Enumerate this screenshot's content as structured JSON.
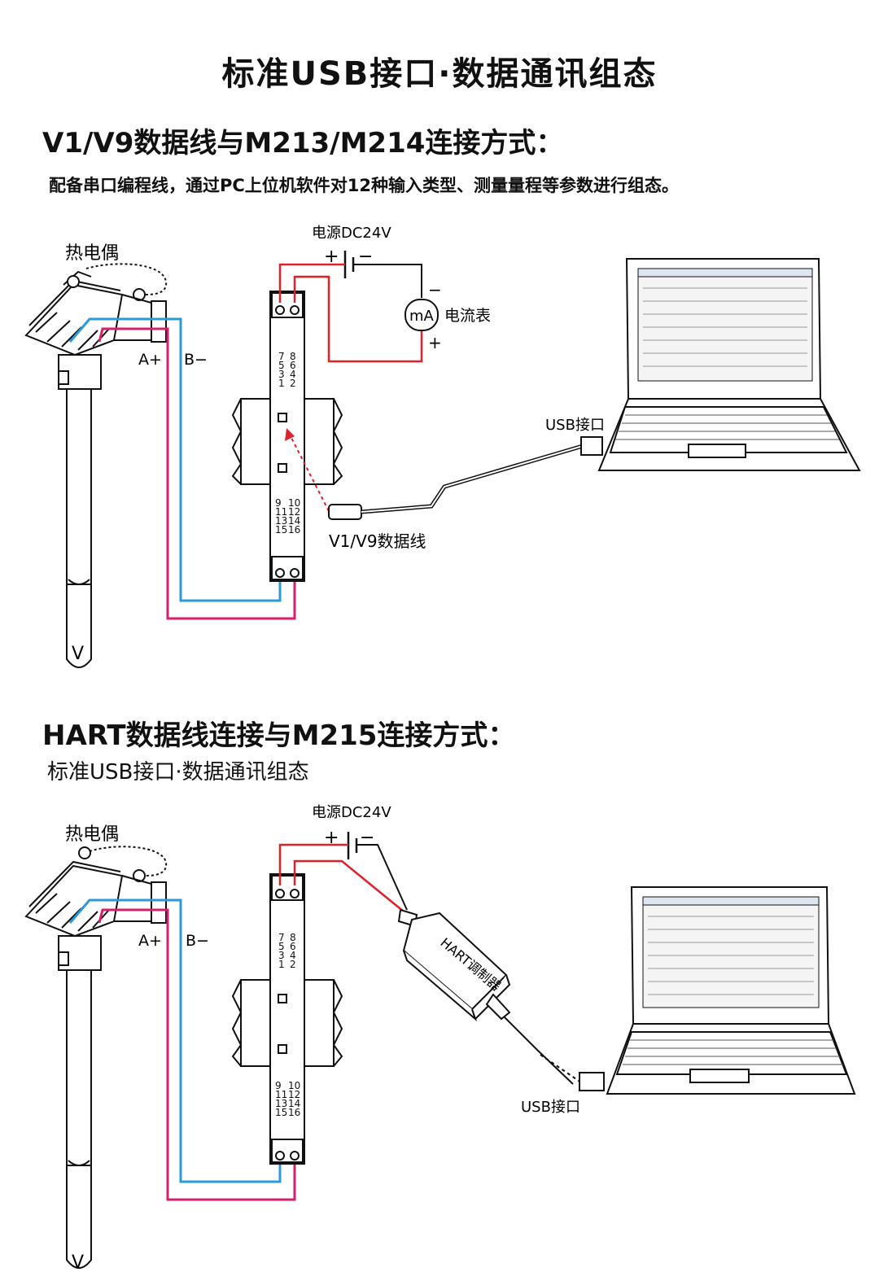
{
  "title": "标准USB接口·数据通讯组态",
  "section1": {
    "heading": "V1/V9数据线与M213/M214连接方式：",
    "subheading": "配备串口编程线，通过PC上位机软件对12种输入类型、测量量程等参数进行组态。",
    "labels": {
      "thermocouple": "热电偶",
      "a_plus": "A+",
      "b_minus": "B−",
      "power": "电源DC24V",
      "plus": "+",
      "minus": "−",
      "ammeter_symbol": "mA",
      "ammeter": "电流表",
      "usb": "USB接口",
      "cable": "V1/V9数据线",
      "probe_v": "V"
    }
  },
  "section2": {
    "heading": "HART数据线连接与M215连接方式：",
    "subheading": "标准USB接口·数据通讯组态",
    "labels": {
      "thermocouple": "热电偶",
      "a_plus": "A+",
      "b_minus": "B−",
      "power": "电源DC24V",
      "plus": "+",
      "minus": "−",
      "modem": "HART调制器",
      "usb": "USB接口",
      "probe_v": "V"
    }
  },
  "terminals": {
    "top": [
      [
        "7",
        "8"
      ],
      [
        "5",
        "6"
      ],
      [
        "3",
        "4"
      ],
      [
        "1",
        "2"
      ]
    ],
    "bottom": [
      [
        "9",
        "10"
      ],
      [
        "11",
        "12"
      ],
      [
        "13",
        "14"
      ],
      [
        "15",
        "16"
      ]
    ]
  },
  "colors": {
    "red_wire": "#e0202a",
    "blue_wire": "#2b9ad8",
    "magenta_wire": "#d6206e",
    "line": "#111111"
  }
}
